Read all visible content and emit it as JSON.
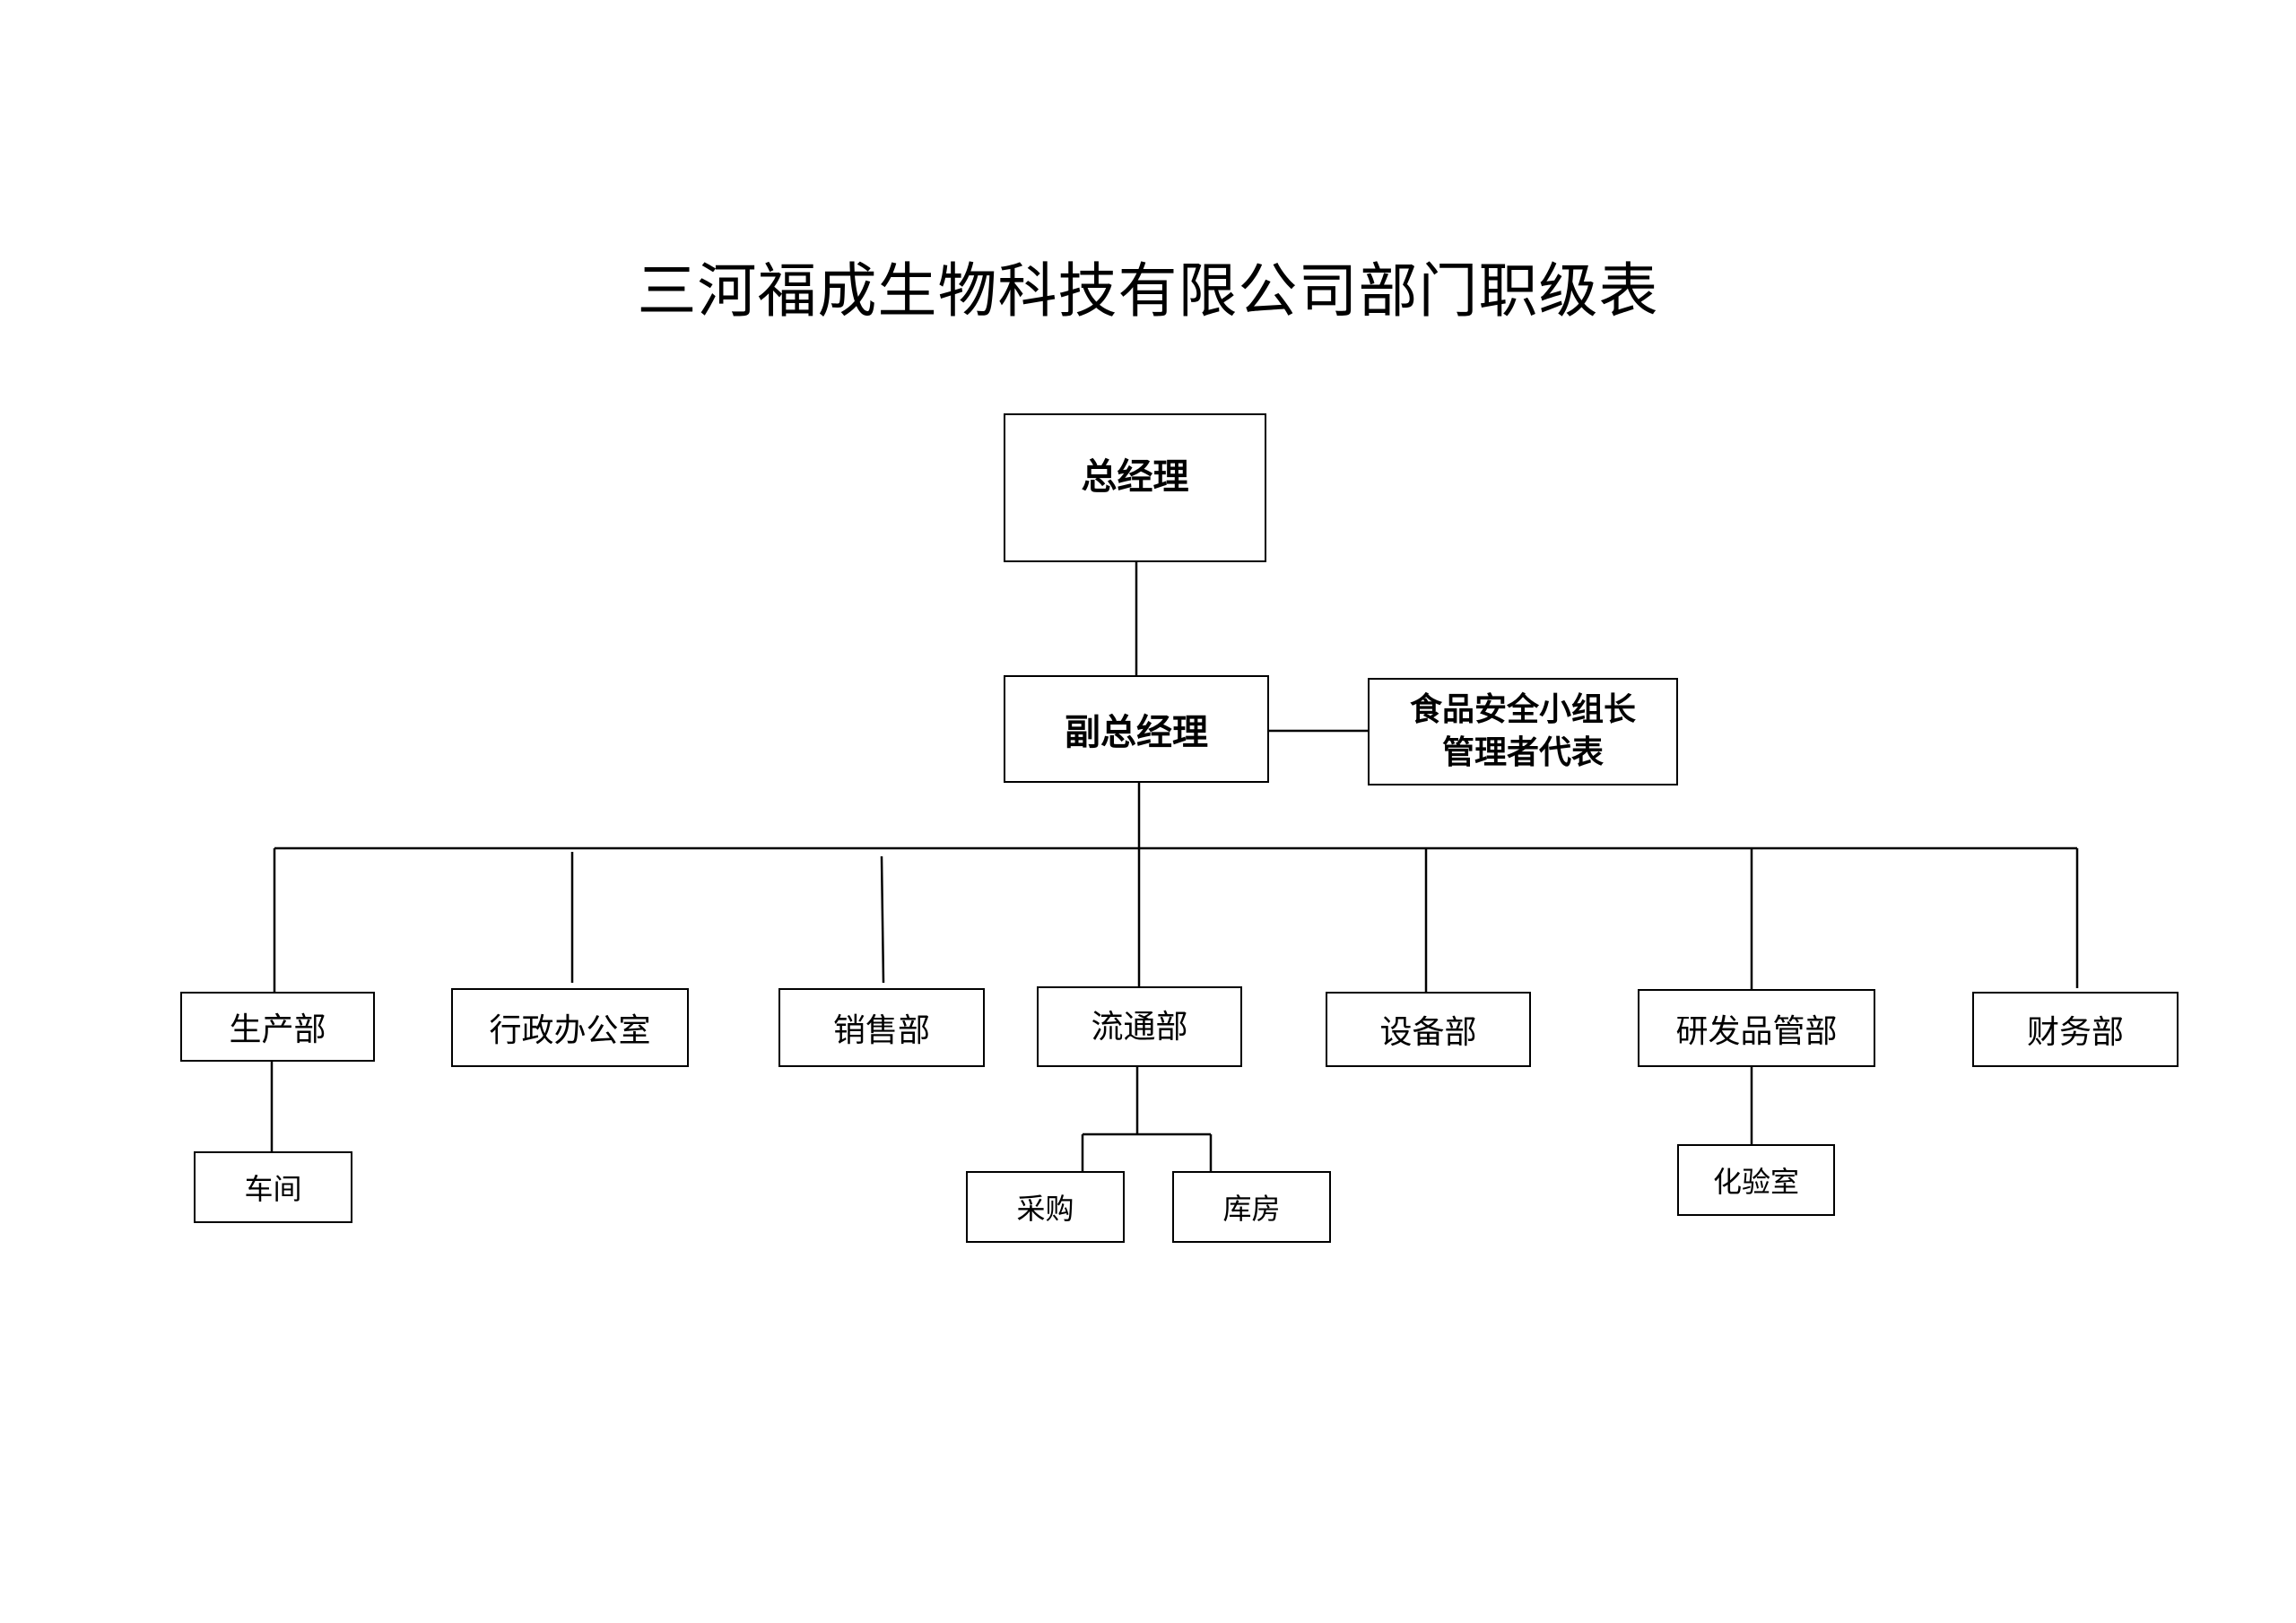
{
  "title": "三河福成生物科技有限公司部门职级表",
  "org": {
    "general_manager": "总经理",
    "deputy_general_manager": "副总经理",
    "food_safety_side": "食品安全小组长\n管理者代表",
    "departments": {
      "production": "生产部",
      "admin_office": "行政办公室",
      "sales": "销售部",
      "circulation": "流通部",
      "equipment": "设备部",
      "rd_quality": "研发品管部",
      "finance": "财务部"
    },
    "sub_units": {
      "workshop": "车间",
      "purchasing": "采购",
      "warehouse": "库房",
      "laboratory": "化验室"
    }
  }
}
